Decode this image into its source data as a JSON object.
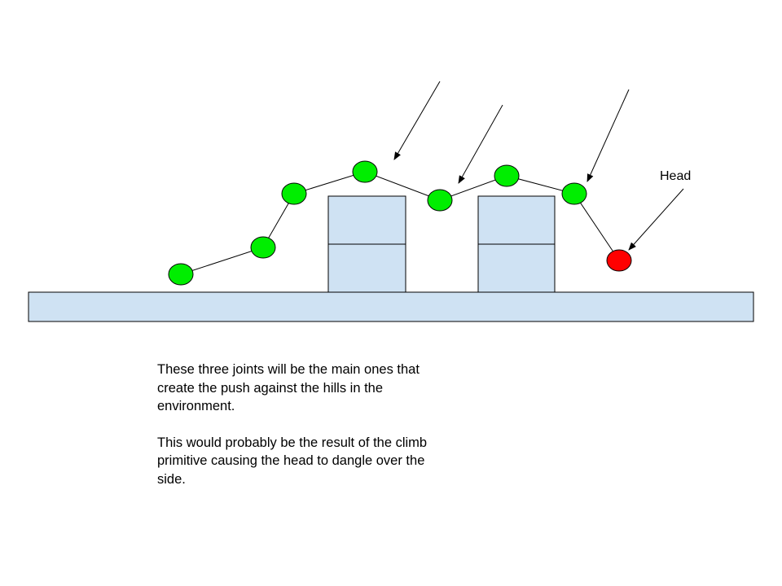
{
  "colors": {
    "joint": "#00ee00",
    "head": "#ff0000",
    "block_fill": "#cfe2f3",
    "line": "#000000",
    "background": "#ffffff"
  },
  "labels": {
    "head": "Head"
  },
  "notes": {
    "paragraph_1": "These three joints will be the main ones that create the push against the hills in the environment.",
    "paragraph_2": "This would probably be the result of the climb primitive causing the head to dangle over the side."
  }
}
